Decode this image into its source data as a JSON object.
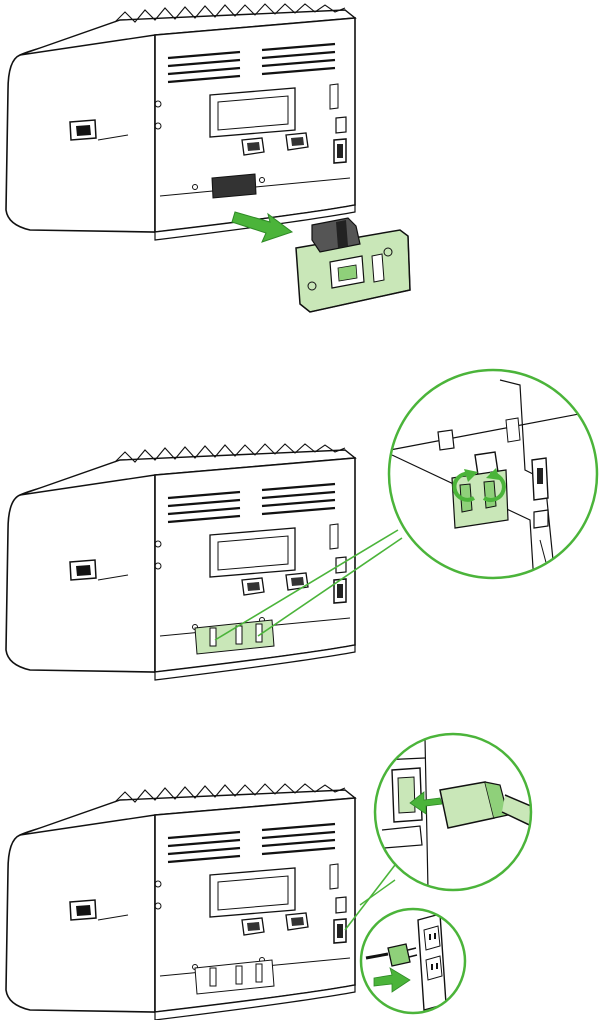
{
  "colors": {
    "line": "#111111",
    "accent_green": "#4bb43a",
    "light_green": "#c9e7b8",
    "mid_green": "#8fd07a",
    "paper": "#ffffff",
    "shadow_gray": "#6e6e6e"
  },
  "steps": [
    {
      "name": "remove-card",
      "arrow": "pull-out-arrow",
      "callout": "removed-card"
    },
    {
      "name": "release-clips",
      "arrow": "rotate-arrows",
      "callout": "zoom-circle-clips"
    },
    {
      "name": "connect-power",
      "arrow": "plug-in-arrow",
      "callout": "zoom-circle-power"
    }
  ],
  "icons": {
    "printer": "printer-rear-icon",
    "card": "interface-card-icon",
    "plug": "power-plug-icon",
    "outlet": "wall-outlet-icon",
    "rotate": "rotate-arrow-icon"
  }
}
